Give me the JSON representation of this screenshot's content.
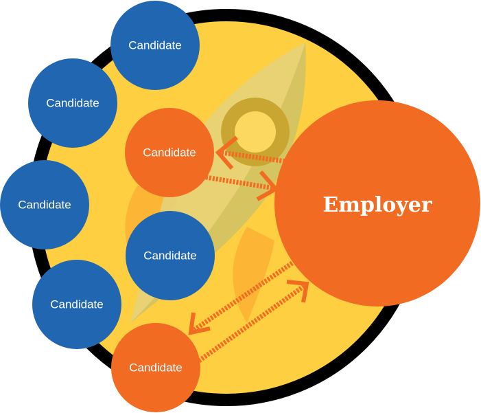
{
  "employer": {
    "label": "Employer",
    "color": "#F26B22"
  },
  "candidates": [
    {
      "label": "Candidate",
      "status": "pool",
      "color": "#2166B0"
    },
    {
      "label": "Candidate",
      "status": "pool",
      "color": "#2166B0"
    },
    {
      "label": "Candidate",
      "status": "engaged",
      "color": "#F26B22"
    },
    {
      "label": "Candidate",
      "status": "pool",
      "color": "#2166B0"
    },
    {
      "label": "Candidate",
      "status": "pool",
      "color": "#2166B0"
    },
    {
      "label": "Candidate",
      "status": "pool",
      "color": "#2166B0"
    },
    {
      "label": "Candidate",
      "status": "engaged",
      "color": "#F26B22"
    }
  ],
  "colors": {
    "background": "#FDCF41",
    "ring": "#000000",
    "rocket": "#E7CF6A",
    "window": "#C9A631",
    "window_inner": "#FDD860",
    "flame": "#FBB034"
  }
}
